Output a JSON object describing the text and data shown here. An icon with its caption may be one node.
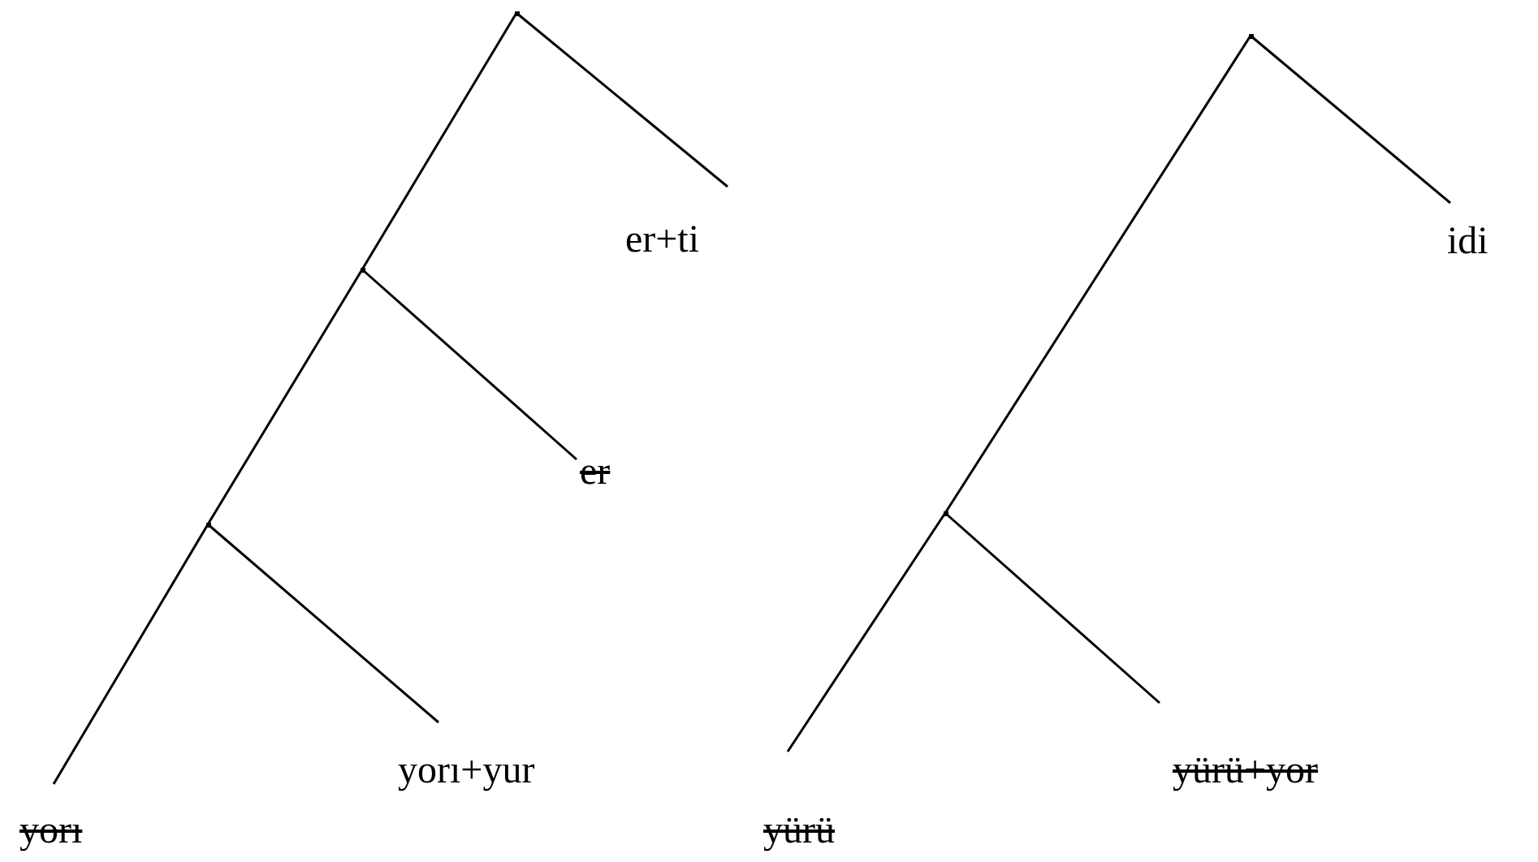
{
  "diagram": {
    "nodes": [
      {
        "text": [],
        "shape": "point"
      },
      {
        "text": [
          "er+ti"
        ]
      },
      {
        "text": [],
        "shape": "point"
      },
      {
        "text": [
          "er"
        ]
      },
      {
        "text": [],
        "shape": "point"
      },
      {
        "text": [
          "yorı+yur"
        ]
      },
      {
        "text": [
          "yorı"
        ]
      },
      {
        "text": [],
        "shape": "point"
      },
      {
        "text": [
          "idi"
        ]
      },
      {
        "text": [],
        "shape": "point"
      },
      {
        "text": [
          "yürü+yor"
        ]
      },
      {
        "text": [
          "yürü"
        ]
      }
    ],
    "edges": [
      {
        "from": 0,
        "to": 1,
        "arrow": "none"
      },
      {
        "from": 0,
        "to": 2,
        "arrow": "none"
      },
      {
        "from": 2,
        "to": 3,
        "arrow": "none"
      },
      {
        "from": 2,
        "to": 4,
        "arrow": "none"
      },
      {
        "from": 4,
        "to": 5,
        "arrow": "none"
      },
      {
        "from": 4,
        "to": 6,
        "arrow": "none"
      },
      {
        "from": 7,
        "to": 8,
        "arrow": "none"
      },
      {
        "from": 7,
        "to": 9,
        "arrow": "none"
      },
      {
        "from": 9,
        "to": 10,
        "arrow": "none"
      },
      {
        "from": 9,
        "to": 11,
        "arrow": "none"
      }
    ]
  }
}
